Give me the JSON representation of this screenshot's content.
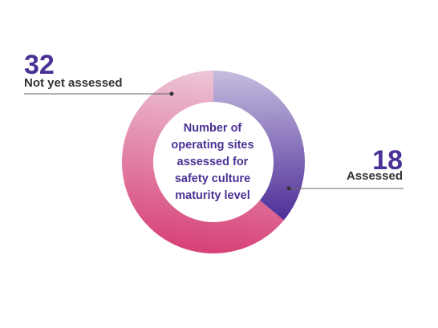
{
  "chart_data": {
    "type": "pie",
    "variant": "donut",
    "center_label": "Number of operating sites assessed for safety culture maturity level",
    "slices": [
      {
        "label": "Assessed",
        "value": 18
      },
      {
        "label": "Not yet assessed",
        "value": 32
      }
    ],
    "colors": {
      "assessed_light": "#c6bddf",
      "assessed_dark": "#4d2e98",
      "not_assessed_light": "#ecc3d6",
      "not_assessed_dark": "#d63c74",
      "number_text": "#4b3195",
      "label_text": "#333333",
      "leader_line": "#666666"
    }
  }
}
